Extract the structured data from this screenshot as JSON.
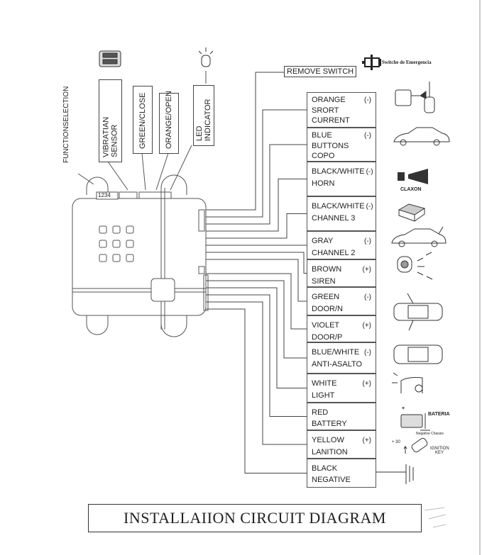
{
  "title": "INSTALLAIION CIRCUIT DIAGRAM",
  "top_labels": {
    "function_selection": "FUNCTIONSELECTION",
    "vibration_sensor": "VIBRATIAN SENSOR",
    "green_close": "GREEN/CLOSE",
    "orange_open": "ORANGE/OPEN",
    "led_indicator": "LED INDICATOR",
    "dip_numbers": "1234"
  },
  "remove_switch": "REMOVE SWITCH",
  "emergency_switch": "Switche de Emergencia",
  "wires": [
    {
      "color": "ORANGE",
      "function": "SRORT",
      "function2": "CURRENT",
      "polarity": "(-)"
    },
    {
      "color": "BLUE",
      "function": "BUTTONS",
      "function2": "COPO",
      "polarity": "(-)"
    },
    {
      "color": "BLACK/WHITE",
      "function": "HORN",
      "polarity": "(-)"
    },
    {
      "color": "BLACK/WHITE",
      "function": "CHANNEL 3",
      "polarity": "(-)"
    },
    {
      "color": "GRAY",
      "function": "CHANNEL 2",
      "polarity": "(-)"
    },
    {
      "color": "BROWN",
      "function": "SIREN",
      "polarity": "(+)"
    },
    {
      "color": "GREEN",
      "function": "DOOR/N",
      "polarity": "(-)"
    },
    {
      "color": "VIOLET",
      "function": "DOOR/P",
      "polarity": "(+)"
    },
    {
      "color": "BLUE/WHITE",
      "function": "ANTI-ASALTO",
      "polarity": "(-)"
    },
    {
      "color": "WHITE",
      "function": "LIGHT",
      "polarity": "(+)"
    },
    {
      "color": "RED",
      "function": "BATTERY",
      "polarity": ""
    },
    {
      "color": "YELLOW",
      "function": "LANITION",
      "polarity": "(+)"
    },
    {
      "color": "BLACK",
      "function": "NEGATIVE",
      "polarity": ""
    }
  ],
  "device_labels": {
    "claxon": "CLAXON",
    "bateria": "BATERIA",
    "negative_chassis": "Negative Chassis",
    "plus30": "+ 30",
    "ignition_key": "IGNITION KEY",
    "battery_plus": "+"
  }
}
